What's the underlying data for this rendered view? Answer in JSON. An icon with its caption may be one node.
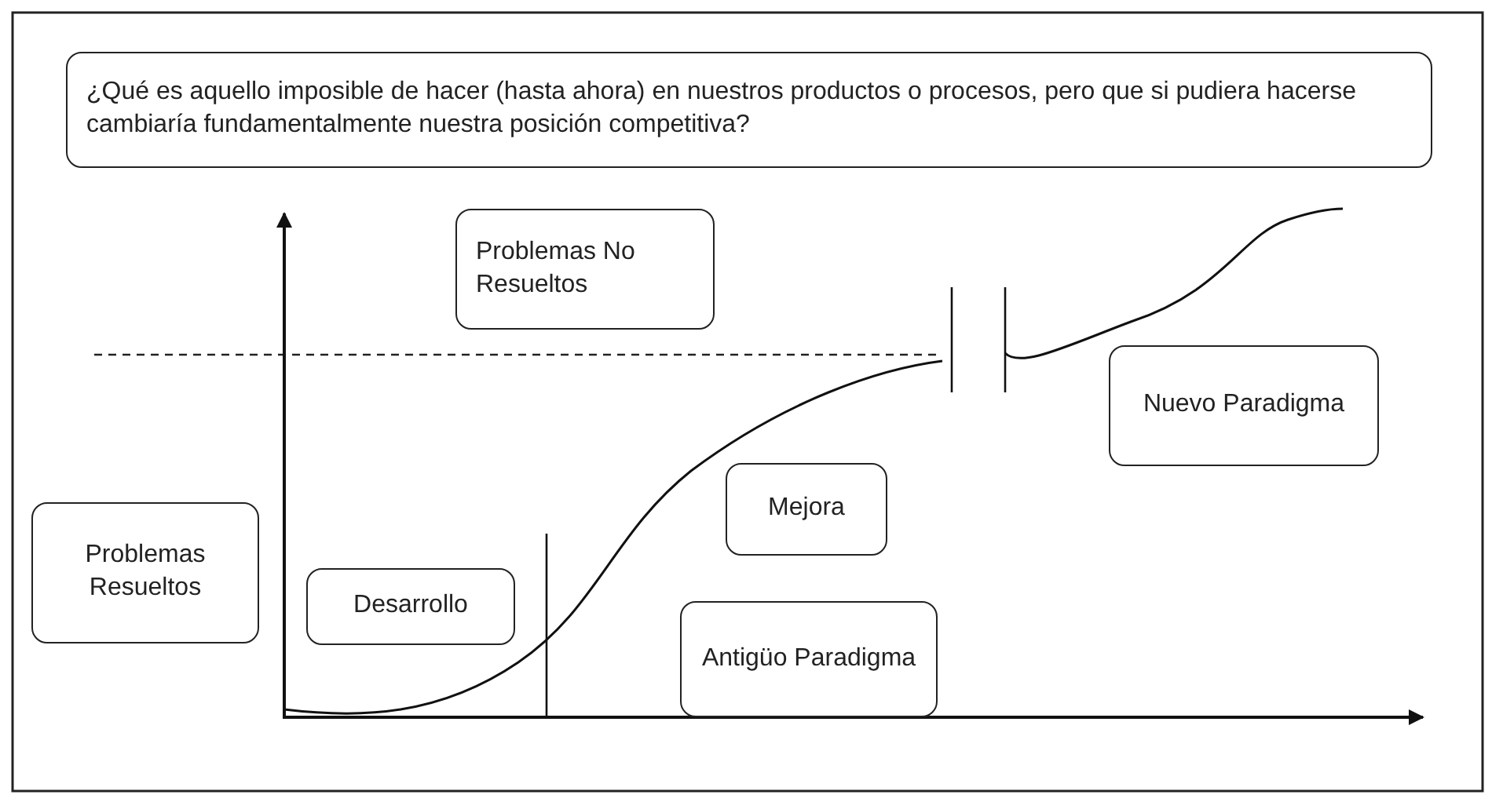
{
  "diagram": {
    "nodes": [
      {
        "text": [
          "¿Qué es aquello imposible de hacer (hasta ahora) en nuestros productos o procesos, pero que si pudiera hacerse cambiaría fundamentalmente nuestra posición competitiva?"
        ]
      },
      {
        "text": [
          "Problemas No Resueltos"
        ]
      },
      {
        "text": [
          "Nuevo Paradigma"
        ]
      },
      {
        "text": [
          "Mejora"
        ]
      },
      {
        "text": [
          "Problemas Resueltos"
        ]
      },
      {
        "text": [
          "Desarrollo"
        ]
      },
      {
        "text": [
          "Antigüo Paradigma"
        ]
      }
    ],
    "edges": []
  }
}
